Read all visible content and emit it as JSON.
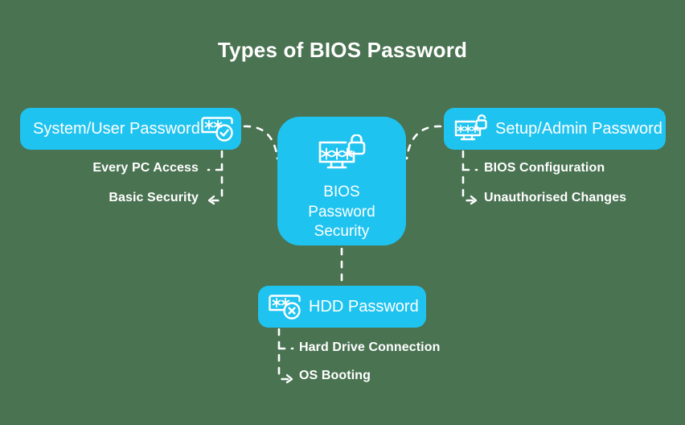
{
  "page": {
    "title": "Types of BIOS Password",
    "background_color": "#4a7352",
    "accent_color": "#1fc3f0",
    "text_color": "#ffffff"
  },
  "center_node": {
    "icon": "monitor-password-lock-icon",
    "label_line1": "BIOS",
    "label_line2": "Password",
    "label_line3": "Security"
  },
  "branches": {
    "left": {
      "label": "System/User Password",
      "icon": "password-field-check-icon",
      "items": [
        {
          "label": "Every PC Access"
        },
        {
          "label": "Basic Security"
        }
      ]
    },
    "right": {
      "label": "Setup/Admin Password",
      "icon": "monitor-password-unlock-icon",
      "items": [
        {
          "label": "BIOS Configuration"
        },
        {
          "label": "Unauthorised Changes"
        }
      ]
    },
    "bottom": {
      "label": "HDD Password",
      "icon": "password-field-cross-icon",
      "items": [
        {
          "label": "Hard Drive Connection"
        },
        {
          "label": "OS Booting"
        }
      ]
    }
  }
}
